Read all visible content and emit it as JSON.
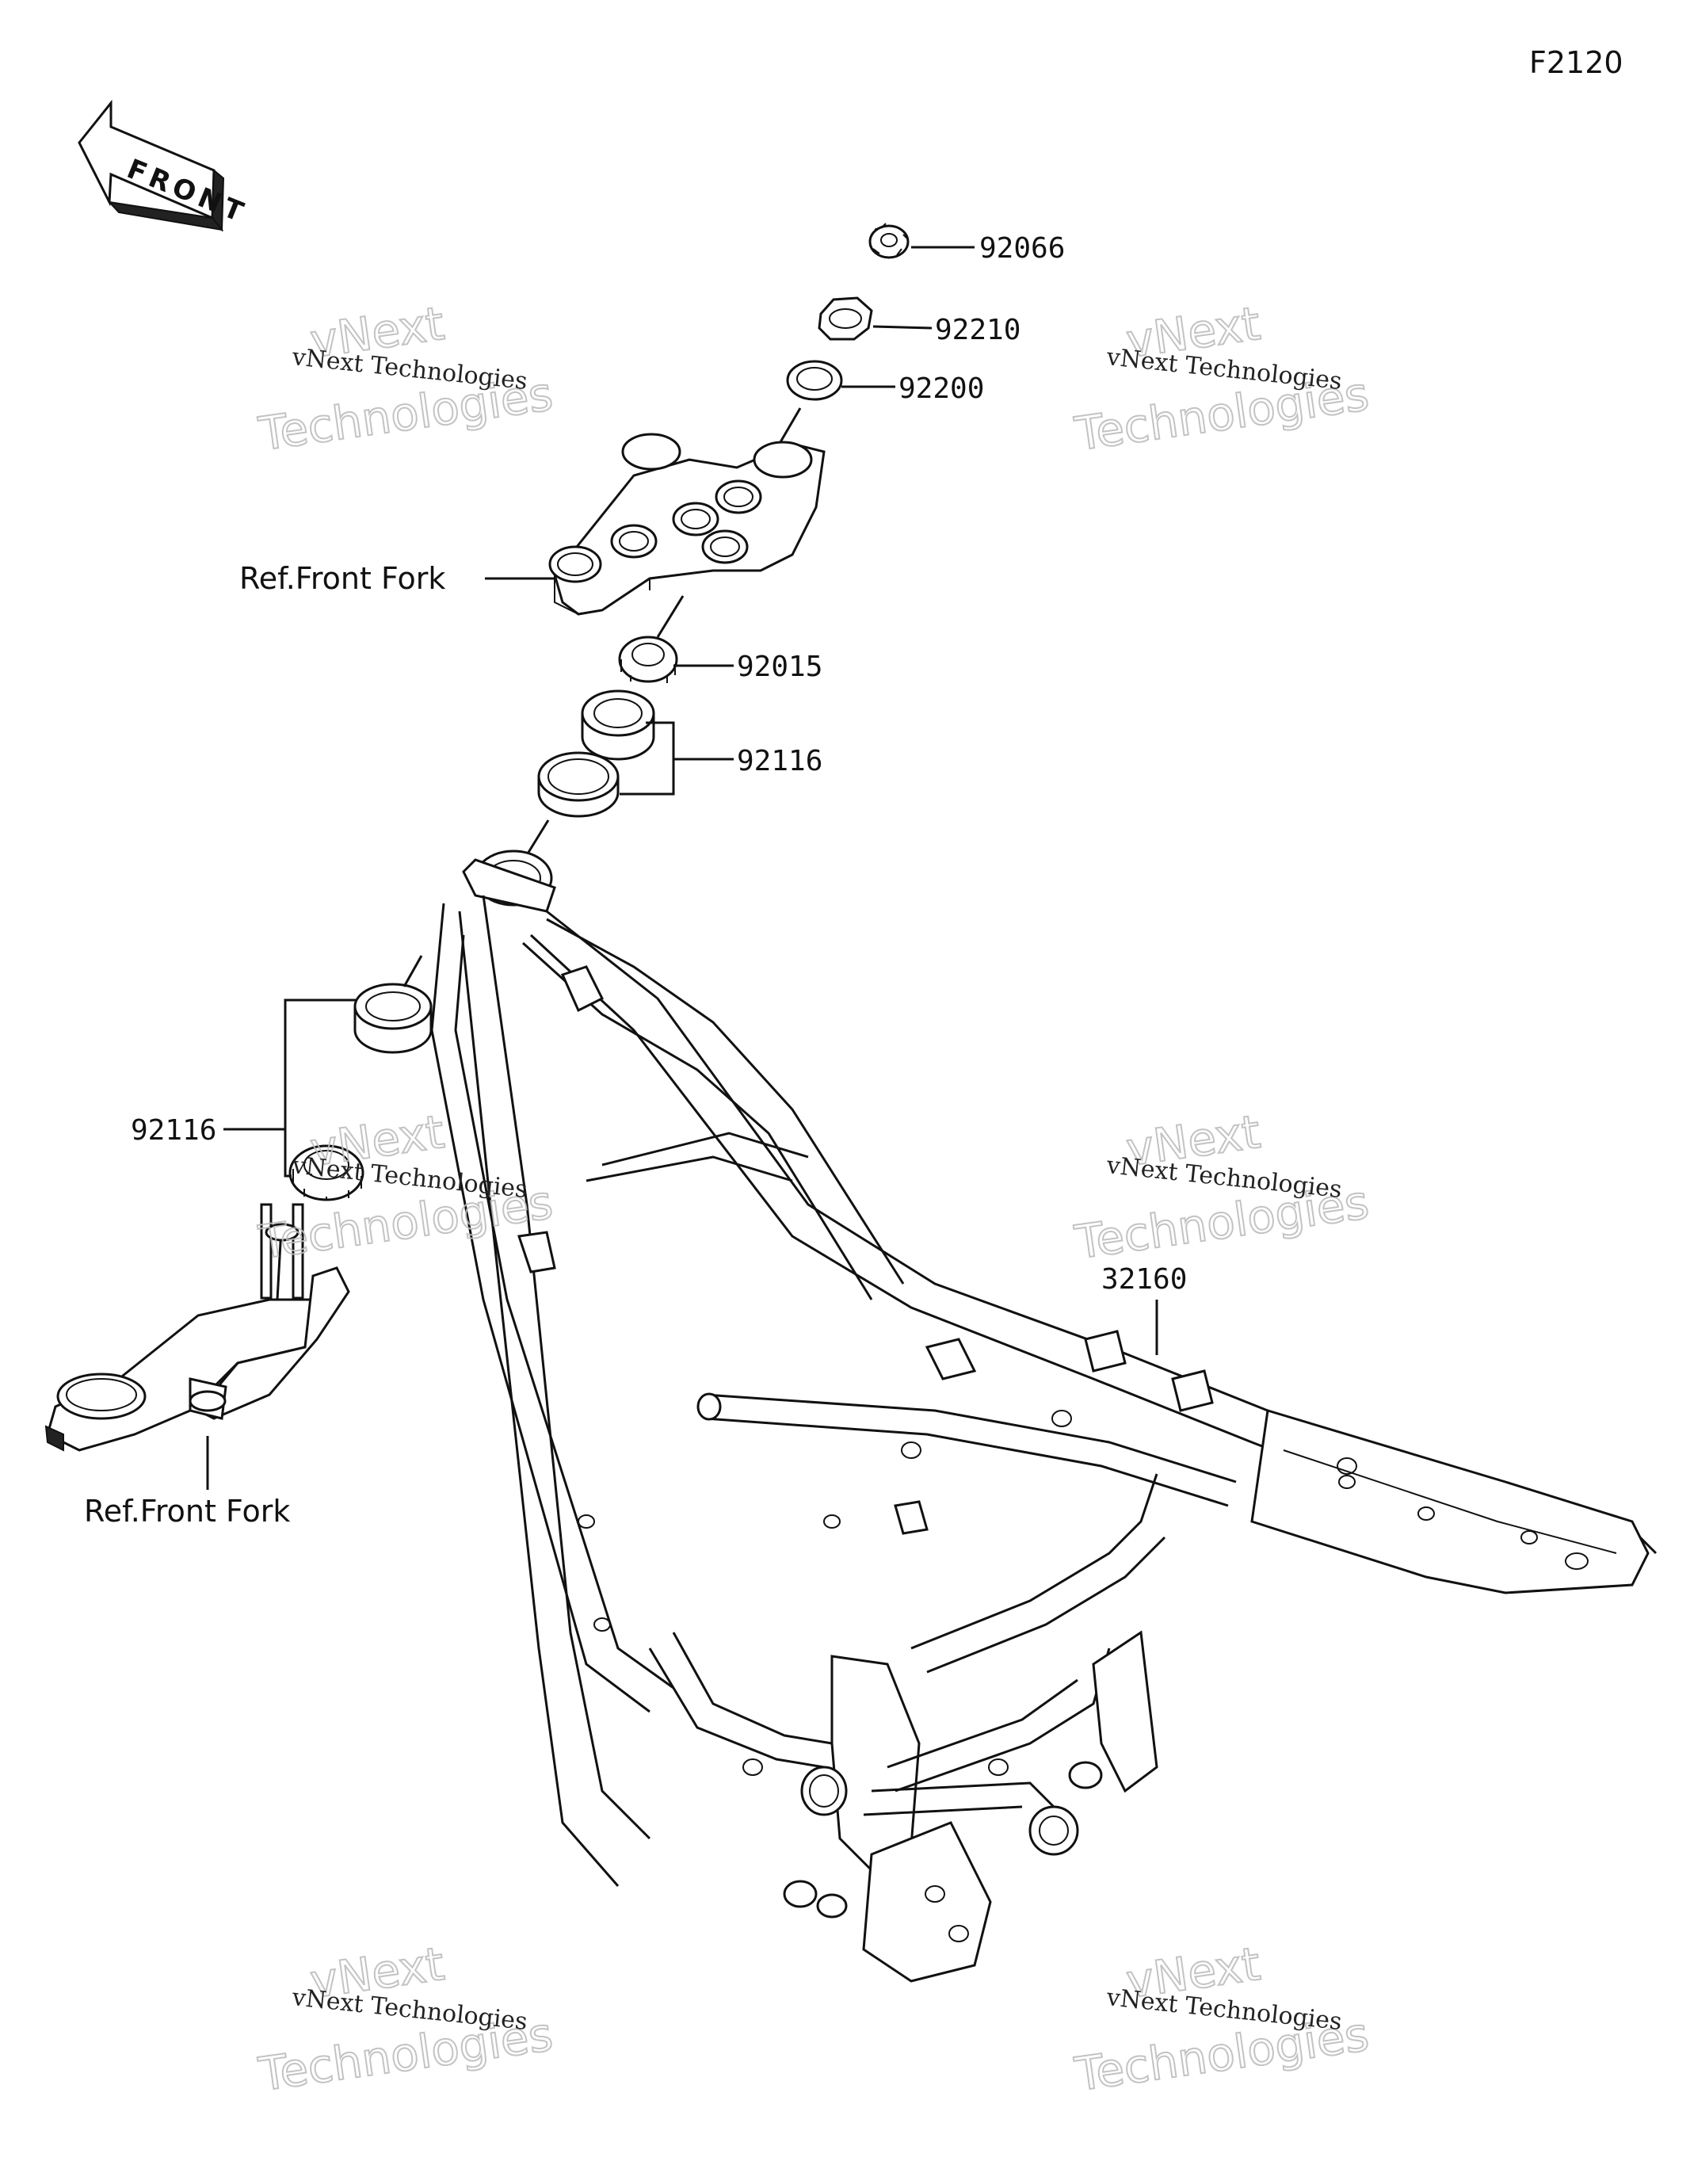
{
  "diagram_code": "F2120",
  "front_arrow": {
    "text": "FRONT",
    "icon": "front-direction-arrow-icon"
  },
  "parts": {
    "p92066": "92066",
    "p92210": "92210",
    "p92200": "92200",
    "p92015": "92015",
    "p92116_top": "92116",
    "p92116_left": "92116",
    "p32160": "32160"
  },
  "refs": {
    "ref_upper": "Ref.Front Fork",
    "ref_lower": "Ref.Front Fork"
  },
  "watermarks": {
    "line1": "vNext",
    "line2": "vNext Technologies",
    "line3": "Technologies"
  }
}
